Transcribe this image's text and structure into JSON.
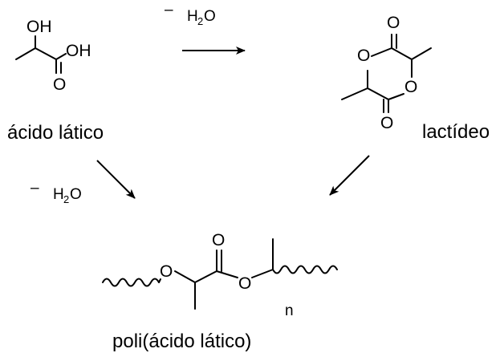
{
  "atoms": {
    "oh": "OH",
    "o": "O",
    "n": "n"
  },
  "conditions": {
    "dehydration_prefix": "–",
    "water_h": "H",
    "water_subscript": "2",
    "water_o": "O"
  },
  "compounds": {
    "lactic_acid": "ácido lático",
    "lactide": "lactídeo",
    "polylactic_acid": "poli(ácido lático)"
  }
}
